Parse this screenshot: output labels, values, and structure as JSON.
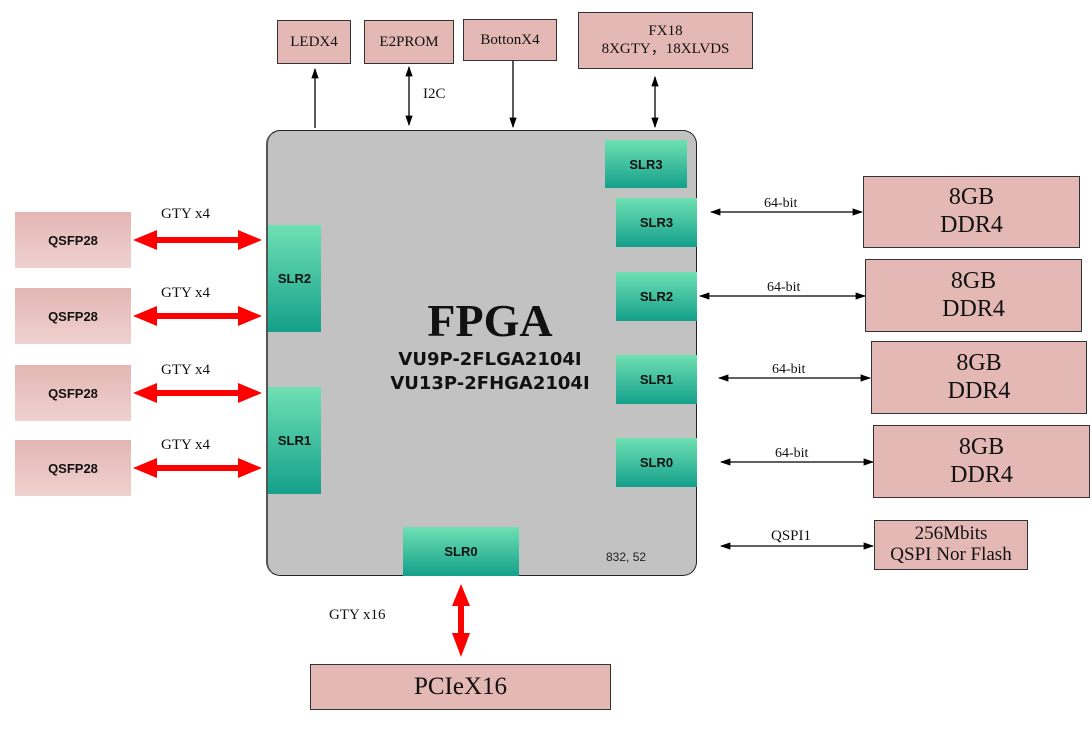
{
  "fpga": {
    "title": "FPGA",
    "part_numbers": [
      "VU9P-2FLGA2104I",
      "VU13P-2FHGA2104I"
    ],
    "coordinate_readout": "832, 52",
    "slr_blocks": {
      "top_right": "SLR3",
      "right": [
        "SLR3",
        "SLR2",
        "SLR1",
        "SLR0"
      ],
      "left": [
        "SLR2",
        "SLR1"
      ],
      "bottom": "SLR0"
    }
  },
  "top_peripherals": [
    {
      "label": "LEDX4",
      "link_label": "",
      "direction": "out"
    },
    {
      "label": "E2PROM",
      "link_label": "I2C",
      "direction": "bidirectional"
    },
    {
      "label": "BottonX4",
      "link_label": "",
      "direction": "in"
    },
    {
      "label_lines": [
        "FX18",
        "8XGTY，18XLVDS"
      ],
      "link_label": "",
      "direction": "bidirectional"
    }
  ],
  "left_peripherals": [
    {
      "label": "QSFP28",
      "link_label": "GTY x4"
    },
    {
      "label": "QSFP28",
      "link_label": "GTY x4"
    },
    {
      "label": "QSFP28",
      "link_label": "GTY x4"
    },
    {
      "label": "QSFP28",
      "link_label": "GTY x4"
    }
  ],
  "right_peripherals": [
    {
      "label_lines": [
        "8GB",
        "DDR4"
      ],
      "link_label": "64-bit"
    },
    {
      "label_lines": [
        "8GB",
        "DDR4"
      ],
      "link_label": "64-bit"
    },
    {
      "label_lines": [
        "8GB",
        "DDR4"
      ],
      "link_label": "64-bit"
    },
    {
      "label_lines": [
        "8GB",
        "DDR4"
      ],
      "link_label": "64-bit"
    },
    {
      "label_lines": [
        "256Mbits",
        "QSPI Nor Flash"
      ],
      "link_label": "QSPI1"
    }
  ],
  "bottom_peripheral": {
    "label": "PCIeX16",
    "link_label": "GTY x16"
  },
  "colors": {
    "peripheral_fill": "#e4b8b5",
    "fpga_fill": "#c2c2c2",
    "slr_top": "#6fe0b4",
    "slr_bottom": "#14a08a",
    "gty_arrow": "#ff0000",
    "bus_arrow": "#000000"
  }
}
